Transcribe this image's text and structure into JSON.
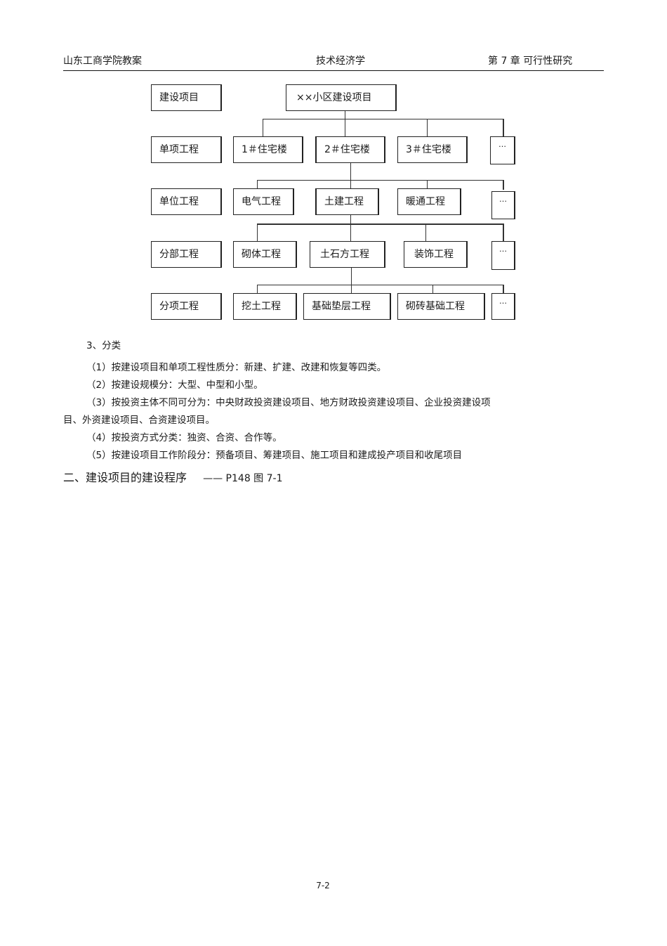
{
  "header": {
    "left": "山东工商学院教案",
    "center": "技术经济学",
    "right": "第 7 章  可行性研究"
  },
  "diagram": {
    "levels": [
      {
        "label": "建设项目",
        "items": [
          "××小区建设项目"
        ]
      },
      {
        "label": "单项工程",
        "items": [
          "1＃住宅楼",
          "2＃住宅楼",
          "3＃住宅楼",
          "…"
        ]
      },
      {
        "label": "单位工程",
        "items": [
          "电气工程",
          "土建工程",
          "暖通工程",
          "…"
        ]
      },
      {
        "label": "分部工程",
        "items": [
          "砌体工程",
          "土石方工程",
          "装饰工程",
          "…"
        ]
      },
      {
        "label": "分项工程",
        "items": [
          "挖土工程",
          "基础垫层工程",
          "砌砖基础工程",
          "…"
        ]
      }
    ]
  },
  "classification": {
    "heading": "3、分类",
    "items": [
      "（1）按建设项目和单项工程性质分：新建、扩建、改建和恢复等四类。",
      "（2）按建设规模分：大型、中型和小型。",
      "（3）按投资主体不同可分为：中央财政投资建设项目、地方财政投资建设项目、企业投资建设项",
      "目、外资建设项目、合资建设项目。",
      "（4）按投资方式分类：独资、合资、合作等。",
      "（5）按建设项目工作阶段分：预备项目、筹建项目、施工项目和建成投产项目和收尾项目"
    ]
  },
  "section2": {
    "title": "二、建设项目的建设程序",
    "ref": "—— P148 图 7-1"
  },
  "footer": {
    "page_number": "7-2"
  }
}
